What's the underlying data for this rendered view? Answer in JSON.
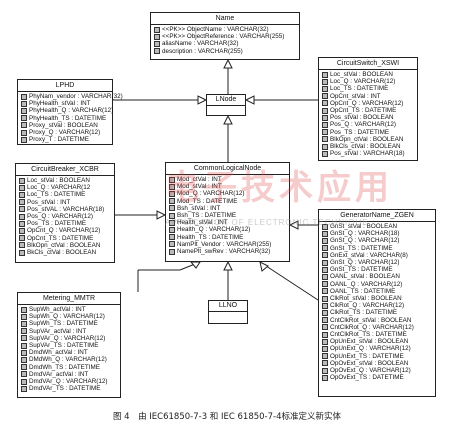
{
  "boxes": {
    "name": {
      "title": "Name",
      "attrs": [
        "<<PK>> ObjectName : VARCHAR(32)",
        "<<PK>> ObjectReference : VARCHAR(255)",
        "aliasName : VARCHAR(32)",
        "description : VARCHAR(255)"
      ]
    },
    "lnode": {
      "title": "LNode"
    },
    "lphd": {
      "title": "LPHD",
      "attrs": [
        "PhyNam_vendor : VARCHAR(32)",
        "PhyHealth_stVal : INT",
        "PhyHealth_Q : VARCHAR(12)",
        "PhyHealth_TS : DATETIME",
        "Proxy_stVal : BOOLEAN",
        "Proxy_Q : VARCHAR(12)",
        "Proxy_T : DATETIME"
      ]
    },
    "xswi": {
      "title": "CircuitSwitch_XSWI",
      "attrs": [
        "Loc_stVal : BOOLEAN",
        "Loc_Q : VARCHAR(12)",
        "Loc_TS : DATETIME",
        "OpCnt_stVal : INT",
        "OpCnt_Q : VARCHAR(12)",
        "OpCnt_TS : DATETIME",
        "Pos_stVal : BOOLEAN",
        "Pos_Q : VARCHAR(12)",
        "Pos_TS : DATETIME",
        "BlkOpn_ctVal : BOOLEAN",
        "BlkCls_ctVal : BOOLEAN",
        "Pos_stVal : VARCHAR(18)"
      ]
    },
    "xcbr": {
      "title": "CircuitBreaker_XCBR",
      "attrs": [
        "Loc_stVal : BOOLEAN",
        "Loc_Q : VARCHAR(12",
        "Loc_TS : DATETIME",
        "Pos_stVal : INT",
        "Pos_stVAL : VARCHAR(18)",
        "Pos_Q : VARCHAR(12)",
        "Pos_TS : DATETIME",
        "OpCnt_Q : VARCHAR(12)",
        "OpCnt_TS : DATETIME",
        "BlkOpn_ctVal : BOOLEAN",
        "BkCls_ctVal : BOOLEAN"
      ]
    },
    "common": {
      "title": "CommonLogicalNode",
      "attrs": [
        "Mod_ctVal : INT",
        "Mod_stVal : INT",
        "Mod_Q : VARCHAR(12)",
        "Mod_TS : DATETIME",
        "Bsh_stVal : INT",
        "Bsh_TS : DATETIME",
        "Health_stVal : INT",
        "Health_Q : VARCHAR(12)",
        "Health_TS : DATETIME",
        "NamPlt_Vendor : VARCHAR(255)",
        "NamePlt_swRev : VARCHAR(32)"
      ]
    },
    "zgen": {
      "title": "GeneratorName_ZGEN",
      "attrs": [
        "GnSt_stVal : BOOLEAN",
        "GnSt_Q : VARCHAR(18)",
        "GnSt_Q : VARCHAR(12)",
        "GnSt_TS : DATETIME",
        "GnExt_stVal : VARCHAR(8)",
        "GnSt_Q : VARCHAR(12)",
        "GnSt_TS : DATETIME",
        "OANL_stVal : BOOLEAN",
        "OANL_Q : VARCHAR(12)",
        "OANL_TS : DATETIME",
        "ClkRot_stVal : BOOLEAN",
        "ClkRot_Q : VARCHAR(12)",
        "ClkRot_TS : DATETIME",
        "CntClkRot_stVal : BOOLEAN",
        "CntClkRot_Q : VARCHAR(12)",
        "CntClkRot_TS : DATETIME",
        "OpUnExt_stVal : BOOLEAN",
        "OpUnExt_Q : VARCHAR(12)",
        "OpUnExt_TS : DATETIME",
        "OpOvExt_stVal : BOOLEAN",
        "OpOvExt_Q : VARCHAR(12)",
        "OpOvExt_TS : DATETIME"
      ]
    },
    "mmtr": {
      "title": "Metering_MMTR",
      "attrs": [
        "SupWh_actVal : INT",
        "SupWh_Q : VARCHAR(12)",
        "SupWh_TS : DATETIME",
        "SupVAr_actVal : INT",
        "SupVAr_Q : VARCHAR(12)",
        "SupVAr_TS : DATETIME",
        "DmdWh_actVal : INT",
        "DMdWh_Q : VARCHAR(12)",
        "DmdWh_TS : DATETIME",
        "DmdVAr_actVal : INT",
        "DmdVAr_Q : VARCHAR(12)",
        "DmdVAr_TS : DATETIME"
      ]
    },
    "llno": {
      "title": "LLNO"
    }
  },
  "watermark": "电子技术应用",
  "watermark_sub": "APPLICATION OF ELECTRONIC TECHNIQUE",
  "caption": "图 4　由 IEC61850-7-3 和 IEC 61850-7-4标准定义新实体"
}
